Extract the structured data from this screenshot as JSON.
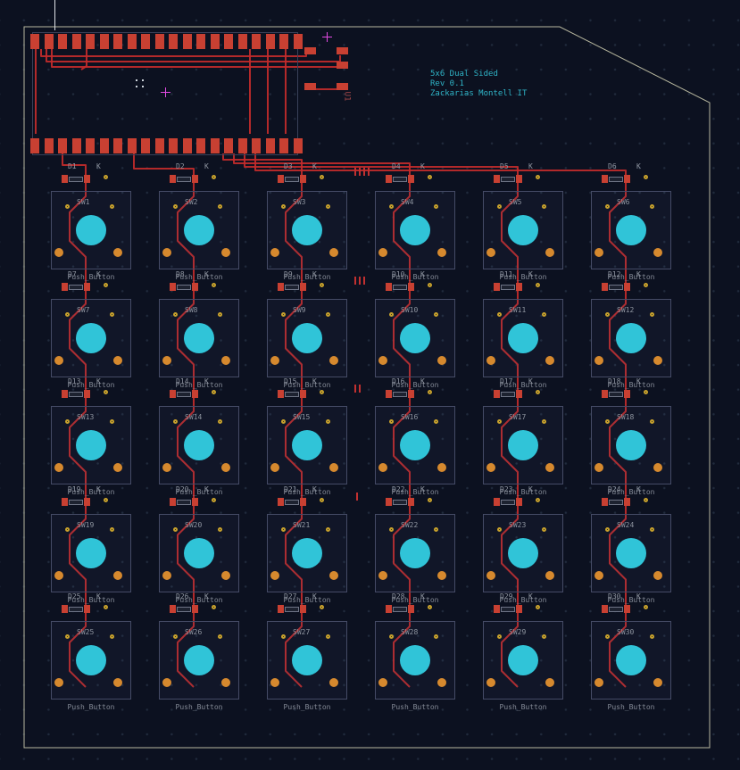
{
  "board": {
    "u1_ref": "U1",
    "title_lines": [
      "5x6 Dual Sided",
      "Rev 0.1",
      "Zackarias Montell IT"
    ]
  },
  "silkscreen": {
    "switch_value": "Push_Button",
    "diode_pin": "K"
  },
  "switches": [
    "SW1",
    "SW2",
    "SW3",
    "SW4",
    "SW5",
    "SW6",
    "SW7",
    "SW8",
    "SW9",
    "SW10",
    "SW11",
    "SW12",
    "SW13",
    "SW14",
    "SW15",
    "SW16",
    "SW17",
    "SW18",
    "SW19",
    "SW20",
    "SW21",
    "SW22",
    "SW23",
    "SW24",
    "SW25",
    "SW26",
    "SW27",
    "SW28",
    "SW29",
    "SW30"
  ],
  "diodes": [
    "D1",
    "D2",
    "D3",
    "D4",
    "D5",
    "D6",
    "D7",
    "D8",
    "D9",
    "D10",
    "D11",
    "D12",
    "D13",
    "D14",
    "D15",
    "D16",
    "D17",
    "D18",
    "D19",
    "D20",
    "D21",
    "D22",
    "D23",
    "D24",
    "D25",
    "D26",
    "D27",
    "D28",
    "D29",
    "D30"
  ],
  "grid": {
    "columns": 6,
    "rows": 5,
    "switch_count": 30,
    "connector_pads_per_row": 20
  },
  "colors": {
    "background": "#0c1120",
    "copper_front": "#c22b2b",
    "smd_pad": "#c84032",
    "through_hole_pad": "#d6892e",
    "pin_ring": "#c7a12c",
    "keycap": "#30c4d8",
    "silkscreen": "#8f95a0",
    "board_edge": "#b8b89f",
    "title_text": "#2fb5c8",
    "marker_magenta": "#e14ae1"
  }
}
